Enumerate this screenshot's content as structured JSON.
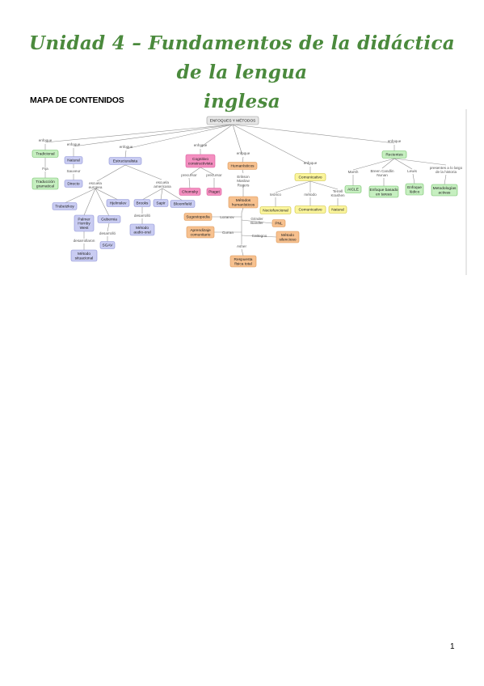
{
  "header": {
    "title_line1": "Unidad 4 – Fundamentos de la didáctica de la lengua",
    "title_line2": "inglesa"
  },
  "section": {
    "heading": "MAPA DE CONTENIDOS"
  },
  "footer": {
    "page_number": "1"
  },
  "concept_map": {
    "colors": {
      "root": "#e6e6e6",
      "green": "#c6efc0",
      "blue": "#c9ccf2",
      "pink": "#f48fc0",
      "orange": "#f7c18f",
      "yellow": "#fbf59b"
    },
    "nodes": [
      {
        "id": "root",
        "text": [
          "ENFOQUES Y MÉTODOS"
        ],
        "color": "root"
      },
      {
        "id": "tradicional",
        "text": [
          "Tradicional"
        ],
        "color": "green"
      },
      {
        "id": "traduccion",
        "text": [
          "Traducción",
          "gramatical"
        ],
        "color": "green"
      },
      {
        "id": "natural",
        "text": [
          "Natural"
        ],
        "color": "blue"
      },
      {
        "id": "directo",
        "text": [
          "Directo"
        ],
        "color": "blue"
      },
      {
        "id": "estructuralista",
        "text": [
          "Estructuralista"
        ],
        "color": "blue"
      },
      {
        "id": "trubetzkoy",
        "text": [
          "Trubetzkoy"
        ],
        "color": "blue"
      },
      {
        "id": "palmer",
        "text": [
          "Palmer",
          "Hornby",
          "West"
        ],
        "color": "blue"
      },
      {
        "id": "gubernia",
        "text": [
          "Gubernia"
        ],
        "color": "blue"
      },
      {
        "id": "hjelmslev",
        "text": [
          "Hjelmslev"
        ],
        "color": "blue"
      },
      {
        "id": "metodo_situacional",
        "text": [
          "Método",
          "situacional"
        ],
        "color": "blue"
      },
      {
        "id": "sgav",
        "text": [
          "SGAV"
        ],
        "color": "blue"
      },
      {
        "id": "brooks",
        "text": [
          "Brooks"
        ],
        "color": "blue"
      },
      {
        "id": "sapir",
        "text": [
          "Sapir"
        ],
        "color": "blue"
      },
      {
        "id": "bloomfield",
        "text": [
          "Bloomfield"
        ],
        "color": "blue"
      },
      {
        "id": "audio_oral",
        "text": [
          "Método",
          "audio-oral"
        ],
        "color": "blue"
      },
      {
        "id": "cognitivo",
        "text": [
          "Cognitivo",
          "constructivista"
        ],
        "color": "pink"
      },
      {
        "id": "chomsky",
        "text": [
          "Chomsky"
        ],
        "color": "pink"
      },
      {
        "id": "piaget",
        "text": [
          "Piaget"
        ],
        "color": "pink"
      },
      {
        "id": "humanisticos",
        "text": [
          "Humanísticos"
        ],
        "color": "orange"
      },
      {
        "id": "metodos_humanisticos",
        "text": [
          "Métodos",
          "humanísticos"
        ],
        "color": "orange"
      },
      {
        "id": "sugestopedia",
        "text": [
          "Sugestopedia"
        ],
        "color": "orange"
      },
      {
        "id": "aprendizaje",
        "text": [
          "Aprendizaje",
          "comunitario"
        ],
        "color": "orange"
      },
      {
        "id": "pnl",
        "text": [
          "PNL"
        ],
        "color": "orange"
      },
      {
        "id": "silencioso",
        "text": [
          "Método",
          "silencioso"
        ],
        "color": "orange"
      },
      {
        "id": "respuesta",
        "text": [
          "Respuesta",
          "física total"
        ],
        "color": "orange"
      },
      {
        "id": "comunicativo",
        "text": [
          "Comunicativo"
        ],
        "color": "yellow"
      },
      {
        "id": "nociofuncional",
        "text": [
          "Nociofuncional"
        ],
        "color": "yellow"
      },
      {
        "id": "comunicativo2",
        "text": [
          "Comunicativo"
        ],
        "color": "yellow"
      },
      {
        "id": "natural2",
        "text": [
          "Natural"
        ],
        "color": "yellow"
      },
      {
        "id": "recientes",
        "text": [
          "Recientes"
        ],
        "color": "green"
      },
      {
        "id": "aicle",
        "text": [
          "AICLE"
        ],
        "color": "green"
      },
      {
        "id": "tareas",
        "text": [
          "Enfoque basado",
          "en tareas"
        ],
        "color": "green"
      },
      {
        "id": "ludico",
        "text": [
          "Enfoque",
          "lúdico"
        ],
        "color": "green"
      },
      {
        "id": "activas",
        "text": [
          "Metodologías",
          "activas"
        ],
        "color": "green"
      }
    ],
    "labels": [
      {
        "id": "enfoque1",
        "text": [
          "enfoque"
        ]
      },
      {
        "id": "enfoque2",
        "text": [
          "enfoque"
        ]
      },
      {
        "id": "enfoque3",
        "text": [
          "enfoque"
        ]
      },
      {
        "id": "enfoque4",
        "text": [
          "enfoque"
        ]
      },
      {
        "id": "enfoque5",
        "text": [
          "enfoque"
        ]
      },
      {
        "id": "enfoque6",
        "text": [
          "enfoque"
        ]
      },
      {
        "id": "enfoque7",
        "text": [
          "enfoque"
        ]
      },
      {
        "id": "fija",
        "text": [
          "Fija"
        ]
      },
      {
        "id": "sauveur",
        "text": [
          "Sauveur"
        ]
      },
      {
        "id": "escuela_europea",
        "text": [
          "escuela",
          "europea"
        ]
      },
      {
        "id": "escuela_americana",
        "text": [
          "escuela",
          "americana"
        ]
      },
      {
        "id": "desarrollaron",
        "text": [
          "desarrollaron"
        ]
      },
      {
        "id": "desarrollo1",
        "text": [
          "desarrolló"
        ]
      },
      {
        "id": "desarrollo2",
        "text": [
          "desarrolló"
        ]
      },
      {
        "id": "precursor1",
        "text": [
          "precursor"
        ]
      },
      {
        "id": "precursor2",
        "text": [
          "precursor"
        ]
      },
      {
        "id": "erikson",
        "text": [
          "Erikson",
          "Maslow",
          "Rogers"
        ]
      },
      {
        "id": "lozanov",
        "text": [
          "Lozanov"
        ]
      },
      {
        "id": "grinder",
        "text": [
          "Grinder",
          "Bandler"
        ]
      },
      {
        "id": "curran",
        "text": [
          "Curran"
        ]
      },
      {
        "id": "cattegno",
        "text": [
          "Cattegno"
        ]
      },
      {
        "id": "asher",
        "text": [
          "Asher"
        ]
      },
      {
        "id": "teorico",
        "text": [
          "teórico"
        ]
      },
      {
        "id": "metodo_lbl",
        "text": [
          "método"
        ]
      },
      {
        "id": "terrell",
        "text": [
          "Terrell",
          "Krashen"
        ]
      },
      {
        "id": "marsh",
        "text": [
          "Marsh"
        ]
      },
      {
        "id": "breen",
        "text": [
          "Breen Candlin",
          "Nunan"
        ]
      },
      {
        "id": "lewis",
        "text": [
          "Lewis"
        ]
      },
      {
        "id": "presentes",
        "text": [
          "presentes a lo largo",
          "de la historia"
        ]
      }
    ]
  }
}
